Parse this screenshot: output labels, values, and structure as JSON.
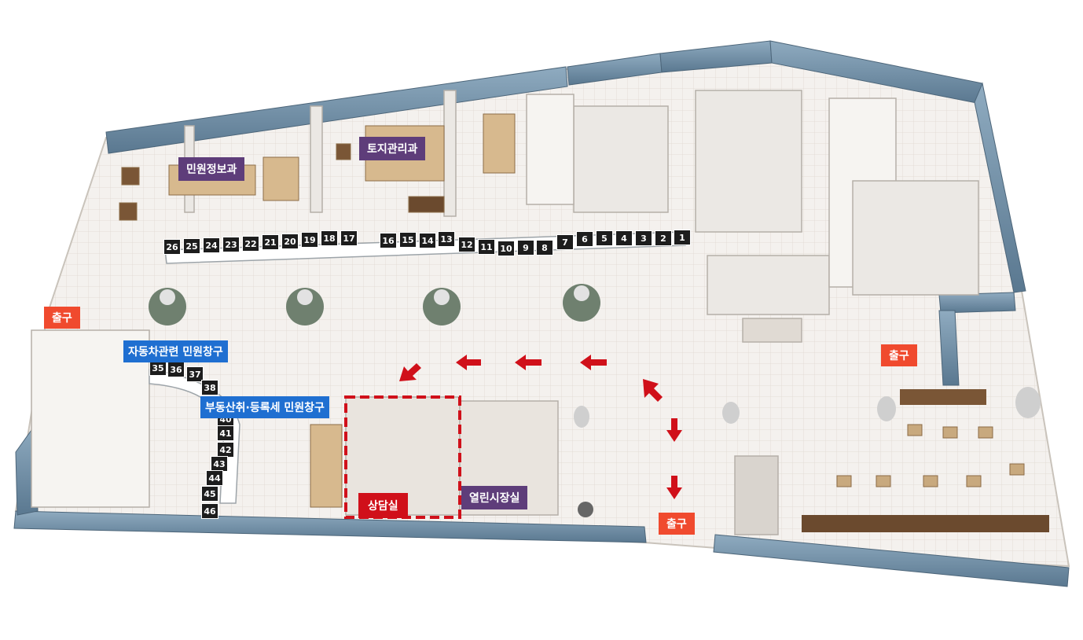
{
  "departments": {
    "civil_info": "민원정보과",
    "land_mgmt": "토지관리과",
    "open_mayor": "열린시장실"
  },
  "windows_zone": {
    "car": "자동차관련 민원창구",
    "realestate": "부동산취·등록세 민원창구"
  },
  "rooms": {
    "consult": "상담실"
  },
  "exits": {
    "left": "출구",
    "right": "출구",
    "bottom": "출구"
  },
  "window_numbers": [
    "1",
    "2",
    "3",
    "4",
    "5",
    "6",
    "7",
    "8",
    "9",
    "10",
    "11",
    "12",
    "13",
    "14",
    "15",
    "16",
    "17",
    "18",
    "19",
    "20",
    "21",
    "22",
    "23",
    "24",
    "25",
    "26",
    "35",
    "36",
    "37",
    "38",
    "40",
    "41",
    "42",
    "43",
    "44",
    "45",
    "46"
  ],
  "colors": {
    "floor": "#f3f0ec",
    "wall_glass": "#6f8fa7",
    "exit_red": "#f04a2e",
    "dept_purple": "#5e3d7a",
    "window_blue": "#1f6fd1",
    "arrow_red": "#d0101a"
  }
}
